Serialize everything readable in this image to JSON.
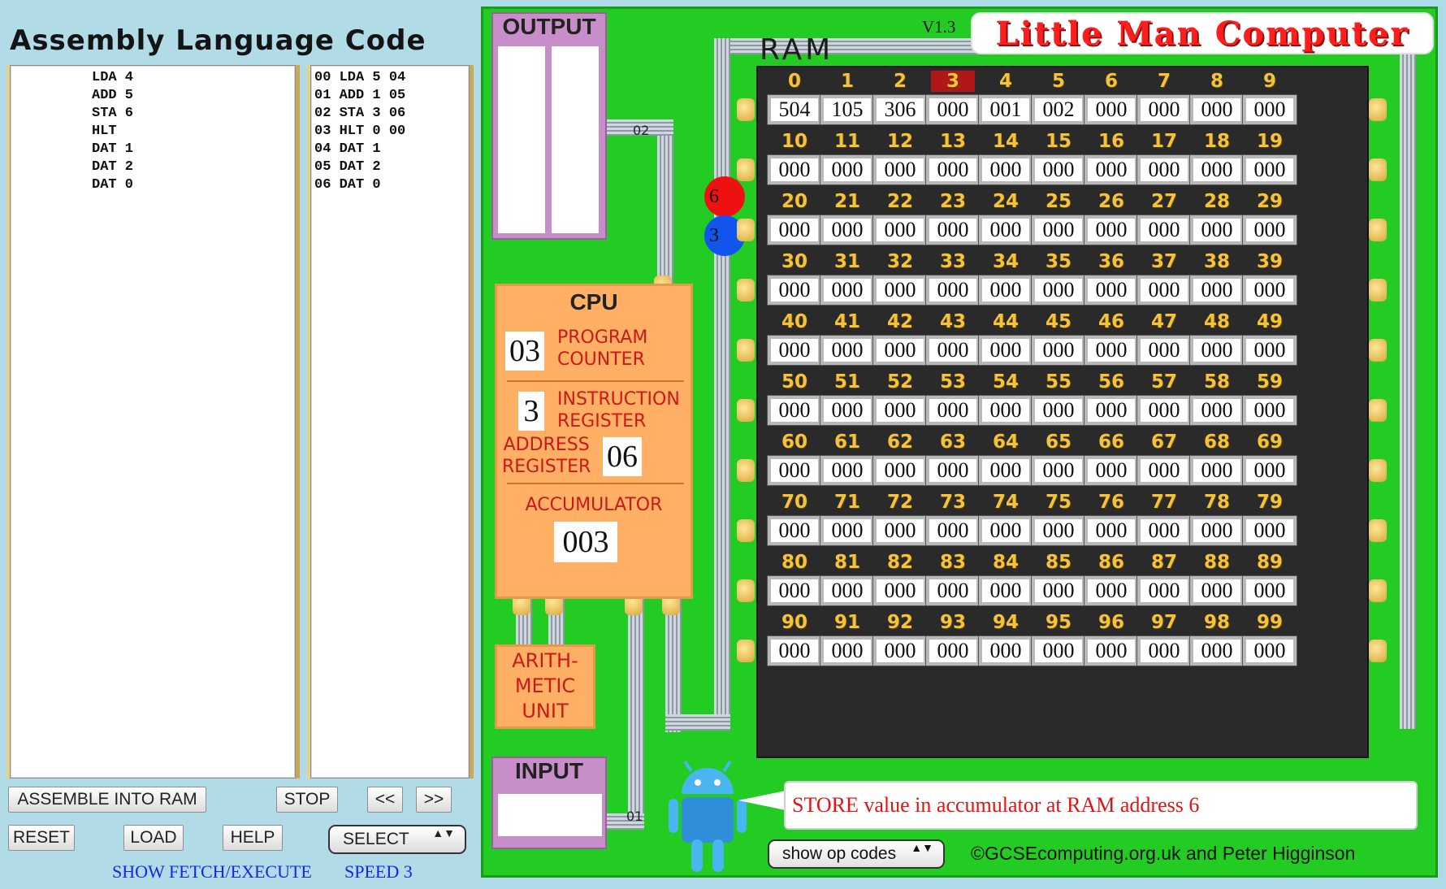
{
  "left": {
    "title": "Assembly Language Code",
    "assembly_lines": [
      "LDA 4",
      "ADD 5",
      "STA 6",
      "HLT",
      "DAT 1",
      "DAT 2",
      "DAT 0"
    ],
    "machine_lines": [
      "00 LDA 5 04",
      "01 ADD 1 05",
      "02 STA 3 06",
      "03 HLT 0 00",
      "04 DAT 1",
      "05 DAT 2",
      "06 DAT 0"
    ],
    "buttons": {
      "assemble": "ASSEMBLE INTO RAM",
      "stop": "STOP",
      "back": "<<",
      "forward": ">>",
      "reset": "RESET",
      "load": "LOAD",
      "help": "HELP",
      "select": "SELECT",
      "select_arrows": "▲▼"
    },
    "links": {
      "fetch_execute": "SHOW FETCH/EXECUTE",
      "speed": "SPEED 3"
    }
  },
  "board": {
    "version": "V1.3",
    "app_title": "Little Man Computer",
    "ram_label": "RAM",
    "output_title": "OUTPUT",
    "input_title": "INPUT",
    "input_value": "",
    "wire_tags": {
      "top": "02",
      "bottom": "01"
    },
    "cpu": {
      "title": "CPU",
      "pc_label": [
        "PROGRAM",
        "COUNTER"
      ],
      "pc_value": "03",
      "ir_label": [
        "INSTRUCTION",
        "REGISTER"
      ],
      "ir_value": "3",
      "ar_label": [
        "ADDRESS",
        "REGISTER"
      ],
      "ar_value": "06",
      "acc_label": "ACCUMULATOR",
      "acc_value": "003"
    },
    "alu_label": [
      "ARITH-",
      "METIC",
      "UNIT"
    ],
    "tokens": [
      {
        "value": "6",
        "color": "#ee1111"
      },
      {
        "value": "3",
        "color": "#1155ee"
      }
    ],
    "highlight_address": 3,
    "ram": [
      "504",
      "105",
      "306",
      "000",
      "001",
      "002",
      "000",
      "000",
      "000",
      "000",
      "000",
      "000",
      "000",
      "000",
      "000",
      "000",
      "000",
      "000",
      "000",
      "000",
      "000",
      "000",
      "000",
      "000",
      "000",
      "000",
      "000",
      "000",
      "000",
      "000",
      "000",
      "000",
      "000",
      "000",
      "000",
      "000",
      "000",
      "000",
      "000",
      "000",
      "000",
      "000",
      "000",
      "000",
      "000",
      "000",
      "000",
      "000",
      "000",
      "000",
      "000",
      "000",
      "000",
      "000",
      "000",
      "000",
      "000",
      "000",
      "000",
      "000",
      "000",
      "000",
      "000",
      "000",
      "000",
      "000",
      "000",
      "000",
      "000",
      "000",
      "000",
      "000",
      "000",
      "000",
      "000",
      "000",
      "000",
      "000",
      "000",
      "000",
      "000",
      "000",
      "000",
      "000",
      "000",
      "000",
      "000",
      "000",
      "000",
      "000",
      "000",
      "000",
      "000",
      "000",
      "000",
      "000",
      "000",
      "000",
      "000",
      "000"
    ],
    "message": "STORE value in accumulator at RAM address 6",
    "opcodes_select": "show op codes",
    "opcodes_arrows": "▲▼",
    "copyright": "©GCSEcomputing.org.uk and Peter Higginson",
    "colors": {
      "board": "#22cc22",
      "cpu": "#ffb064",
      "io": "#c78ec9",
      "label_red": "#c81a1a",
      "address_gold": "#f5c33b"
    }
  }
}
